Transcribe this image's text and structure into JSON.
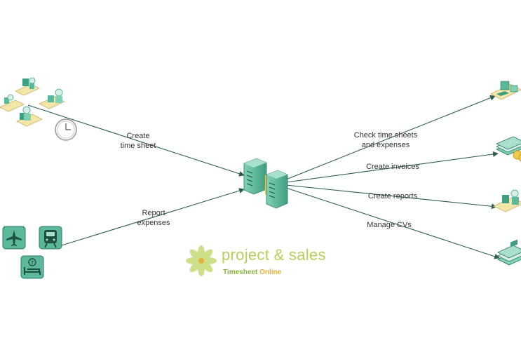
{
  "labels": {
    "create_time_sheet_1": "Create",
    "create_time_sheet_2": "time sheet",
    "report_expenses_1": "Report",
    "report_expenses_2": "expenses",
    "check_1": "Check time sheets",
    "check_2": "and expenses",
    "create_invoices": "Create invoices",
    "create_reports": "Create reports",
    "manage_cvs": "Manage CVs"
  },
  "brand": {
    "name": "project & sales",
    "sub_part1": "Timesheet",
    "sub_part2": "Online"
  },
  "icons": [
    "office-workers-icon",
    "clock-icon",
    "airplane-icon",
    "train-icon",
    "hotel-bed-icon",
    "server-icon",
    "dashboard-icon",
    "invoice-stack-icon",
    "report-office-icon",
    "cv-stack-icon",
    "flower-logo-icon"
  ],
  "colors": {
    "teal": "#5cb89a",
    "teal_dark": "#2f7a63",
    "arrow": "#2f5e50",
    "brand_green": "#b5d05a",
    "brand_yellow": "#e3b23c"
  }
}
